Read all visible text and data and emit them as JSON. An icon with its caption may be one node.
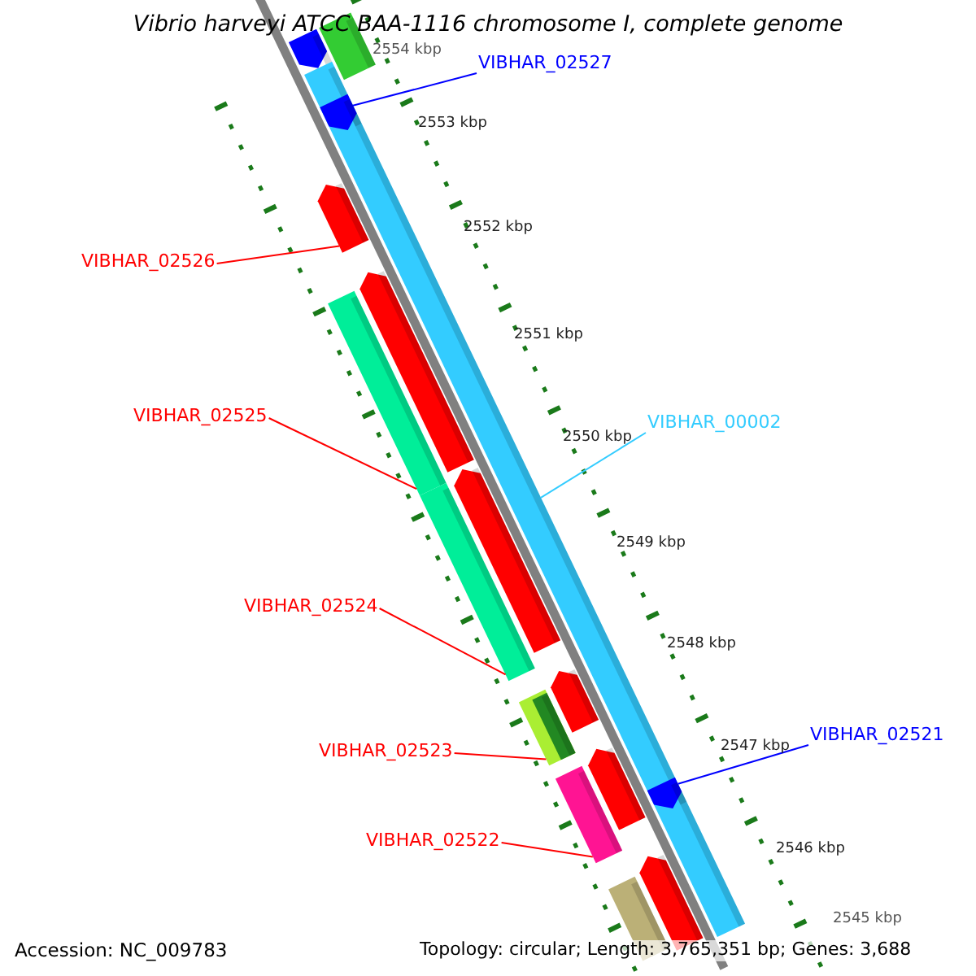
{
  "diagram": {
    "title": "Vibrio harveyi ATCC BAA-1116 chromosome I, complete genome",
    "nodes": [
      {
        "text": [
          "VIBHAR_02527"
        ]
      },
      {
        "text": [],
        "shape": "bar",
        "in": 7
      },
      {
        "text": [
          "VIBHAR_02526"
        ]
      },
      {
        "text": [],
        "shape": "bar"
      },
      {
        "text": [
          "VIBHAR_02525"
        ]
      },
      {
        "text": [],
        "shape": "bar"
      },
      {
        "text": [
          "VIBHAR_00002"
        ]
      },
      {
        "text": [],
        "shape": "bar"
      },
      {
        "text": [
          "VIBHAR_02524"
        ]
      },
      {
        "text": [],
        "shape": "bar"
      },
      {
        "text": [
          "VIBHAR_02523"
        ]
      },
      {
        "text": [],
        "shape": "bar"
      },
      {
        "text": [
          "VIBHAR_02522"
        ]
      },
      {
        "text": [],
        "shape": "bar"
      },
      {
        "text": [
          "VIBHAR_02521"
        ]
      },
      {
        "text": [],
        "shape": "bar",
        "in": 7
      },
      {
        "text": [],
        "shape": "bar"
      },
      {
        "text": [],
        "shape": "bar"
      },
      {
        "text": [],
        "shape": "bar"
      },
      {
        "text": [],
        "shape": "bar"
      },
      {
        "text": [],
        "shape": "bar"
      },
      {
        "text": [],
        "shape": "bar"
      },
      {
        "text": [],
        "shape": "bar"
      },
      {
        "text": [],
        "shape": "bar"
      }
    ],
    "edges": [
      {
        "from": 0,
        "to": 1,
        "arrow": "none",
        "color": "#0000ff"
      },
      {
        "from": 2,
        "to": 3,
        "arrow": "none"
      },
      {
        "from": 4,
        "to": 5,
        "arrow": "none"
      },
      {
        "from": 6,
        "to": 7,
        "arrow": "none",
        "color": "#33ccff"
      },
      {
        "from": 8,
        "to": 9,
        "arrow": "none"
      },
      {
        "from": 10,
        "to": 11,
        "arrow": "none"
      },
      {
        "from": 12,
        "to": 13,
        "arrow": "none"
      },
      {
        "from": 14,
        "to": 15,
        "arrow": "none",
        "color": "#0000ff"
      }
    ],
    "labels": [
      "2554 kbp",
      "2553 kbp",
      "2552 kbp",
      "2551 kbp",
      "2550 kbp",
      "2549 kbp",
      "2548 kbp",
      "2547 kbp",
      "2546 kbp",
      "2545 kbp",
      "Accession: NC_009783",
      "Topology: circular; Length: 3,765,351 bp; Genes: 3,688"
    ]
  }
}
